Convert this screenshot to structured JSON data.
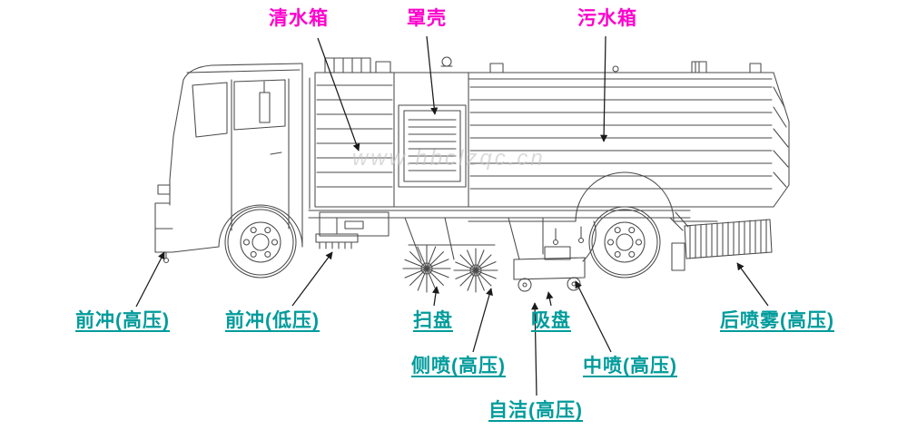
{
  "diagram": {
    "watermark": "www.hbclzqc.cn",
    "colors": {
      "top_label": "#ff00cc",
      "bottom_label": "#009b9b",
      "line_art": "#4a4a4a",
      "arrow": "#1a1a1a",
      "background": "#ffffff"
    },
    "labels_top": [
      {
        "id": "clean-water-tank",
        "text": "清水箱"
      },
      {
        "id": "cover-shell",
        "text": "罩壳"
      },
      {
        "id": "sewage-tank",
        "text": "污水箱"
      }
    ],
    "labels_bottom": [
      {
        "id": "front-flush-high-pressure",
        "text": "前冲(高压)"
      },
      {
        "id": "front-flush-low-pressure",
        "text": "前冲(低压)"
      },
      {
        "id": "sweep-disc",
        "text": "扫盘"
      },
      {
        "id": "suction-plate",
        "text": "吸盘"
      },
      {
        "id": "rear-spray-high-pressure",
        "text": "后喷雾(高压)"
      },
      {
        "id": "side-spray-high-pressure",
        "text": "侧喷(高压)"
      },
      {
        "id": "mid-spray-high-pressure",
        "text": "中喷(高压)"
      },
      {
        "id": "self-clean-high-pressure",
        "text": "自洁(高压)"
      }
    ]
  }
}
